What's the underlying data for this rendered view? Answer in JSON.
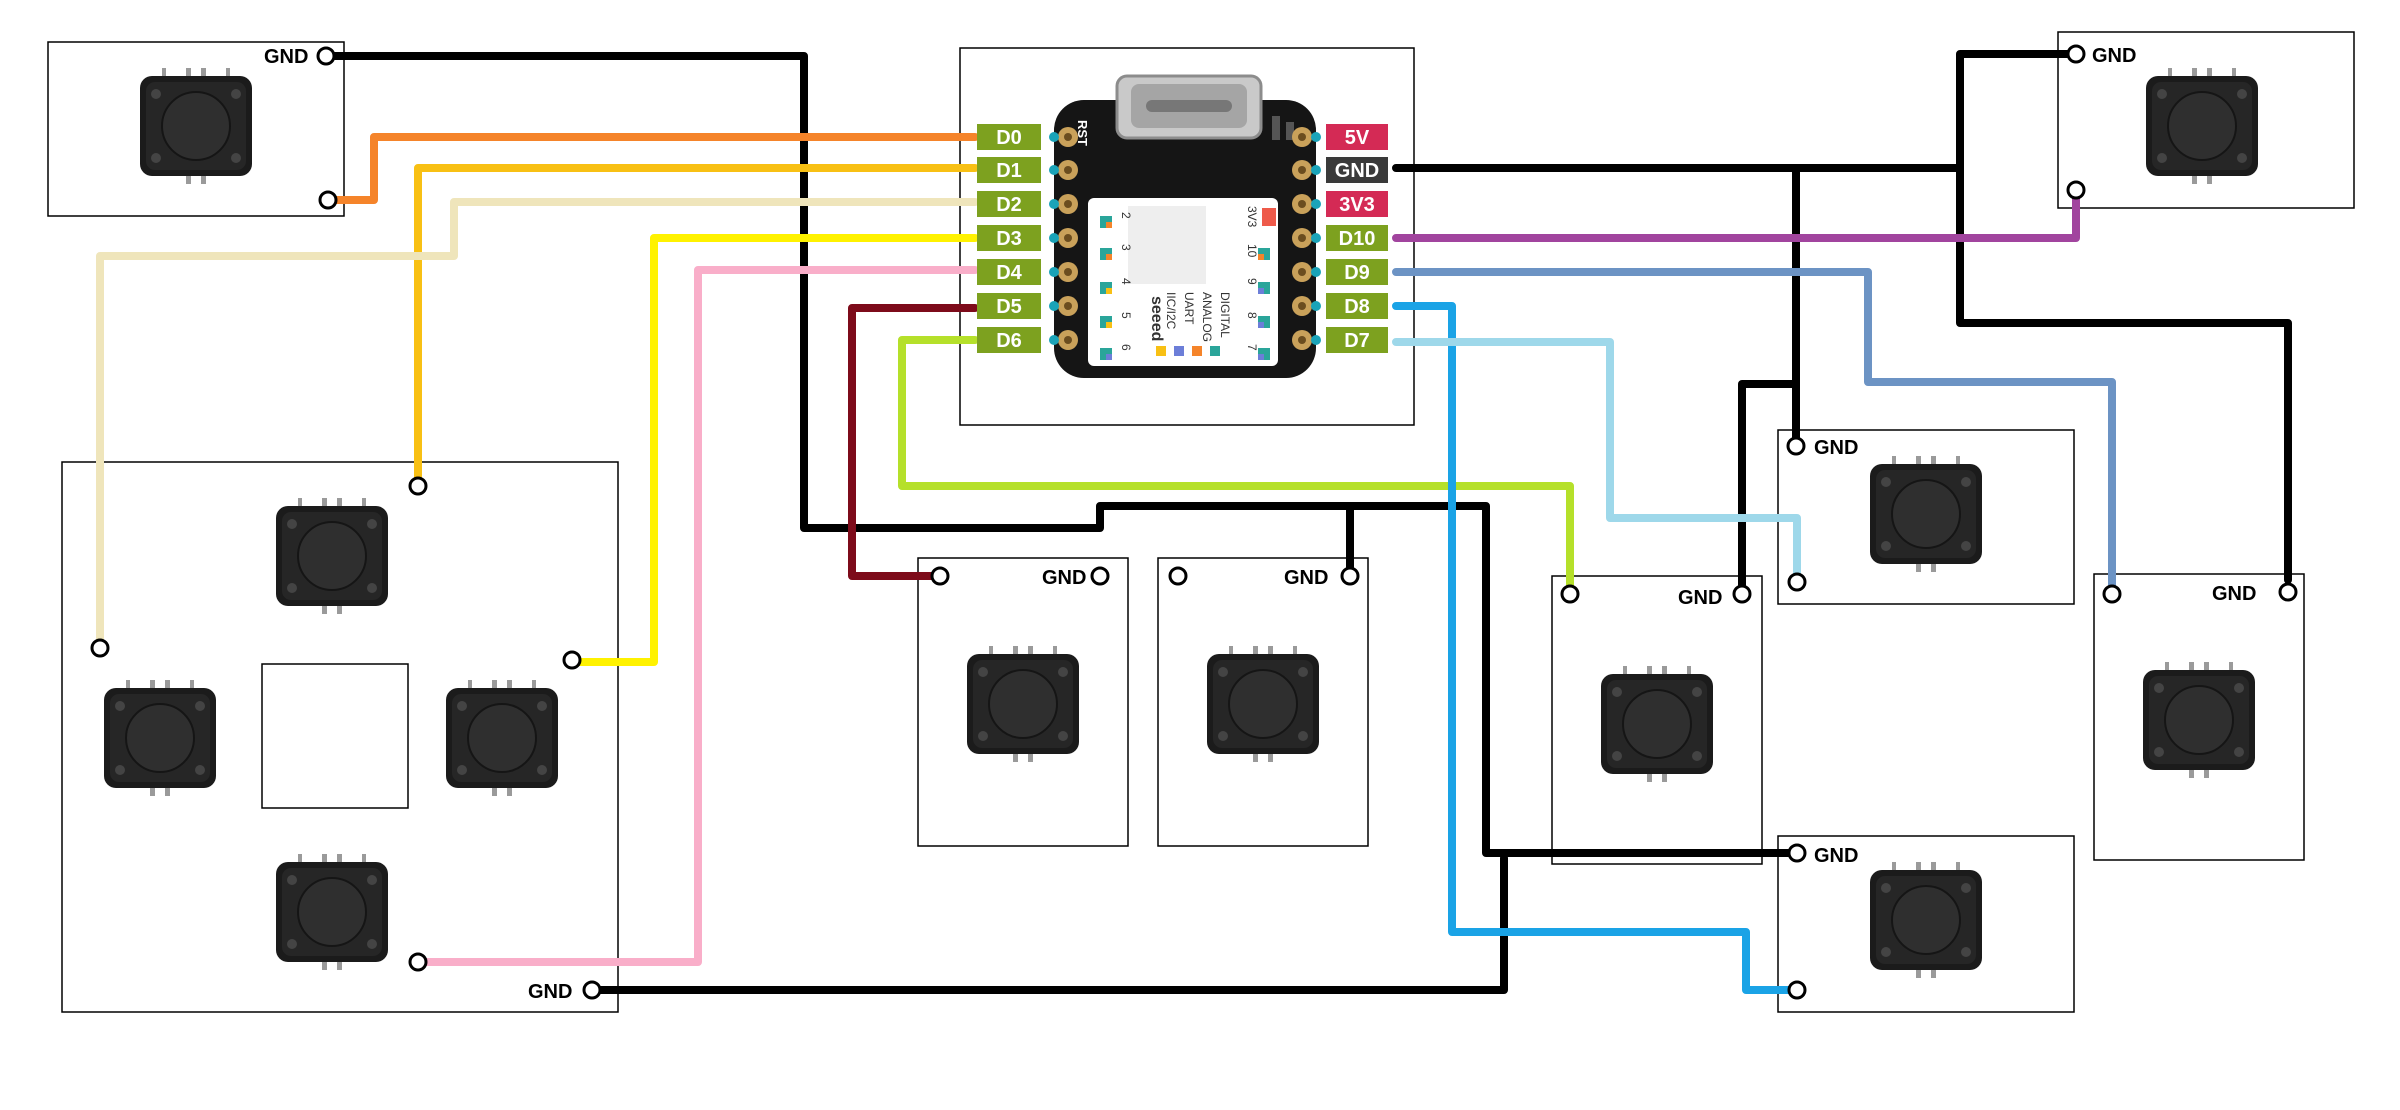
{
  "labels": {
    "gnd": "GND",
    "d0": "D0",
    "d1": "D1",
    "d2": "D2",
    "d3": "D3",
    "d4": "D4",
    "d5": "D5",
    "d6": "D6",
    "v5": "5V",
    "gnd_pin": "GND",
    "v3": "3V3",
    "d10": "D10",
    "d9": "D9",
    "d8": "D8",
    "d7": "D7"
  },
  "chip_text": {
    "rst": "RST",
    "brand": "seeed",
    "legend_i2c": "IIC/I2C",
    "legend_uart": "UART",
    "legend_analog": "ANALOG",
    "legend_digital": "DIGITAL",
    "top_right": "3V3",
    "pin_nums_left": [
      "2",
      "3",
      "4",
      "5",
      "6"
    ],
    "pin_nums_right": [
      "10",
      "9",
      "8",
      "7"
    ]
  },
  "colors": {
    "digital_pin": "#7da11f",
    "power_pin": "#d42a55",
    "gnd_pin": "#3a3a3a",
    "wire_gnd": "#000000",
    "wire_d0": "#f5842a",
    "wire_d1": "#f8c014",
    "wire_d2": "#efe5bb",
    "wire_d3": "#fff200",
    "wire_d4": "#f9aec9",
    "wire_d5": "#7d0b1a",
    "wire_d6": "#b5e02a",
    "wire_d10": "#a1449e",
    "wire_d9": "#6c93c4",
    "wire_d8": "#1aa3e6",
    "wire_d7": "#9ed8ea"
  }
}
